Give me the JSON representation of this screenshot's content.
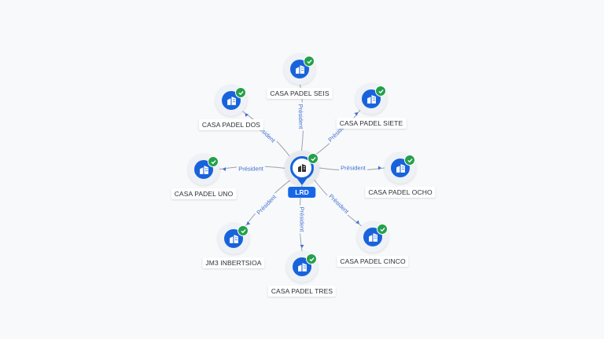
{
  "center": {
    "label": "LRD",
    "icon": "company-building-icon",
    "verified": true
  },
  "relationship_label": "Président",
  "nodes": [
    {
      "label": "CASA PADEL SEIS",
      "icon": "company-building-icon",
      "verified": true
    },
    {
      "label": "CASA PADEL SIETE",
      "icon": "company-building-icon",
      "verified": true
    },
    {
      "label": "CASA PADEL OCHO",
      "icon": "company-building-icon",
      "verified": true
    },
    {
      "label": "CASA PADEL CINCO",
      "icon": "company-building-icon",
      "verified": true
    },
    {
      "label": "CASA PADEL TRES",
      "icon": "company-building-icon",
      "verified": true
    },
    {
      "label": "JM3 INBERTSIOA",
      "icon": "company-building-icon",
      "verified": true
    },
    {
      "label": "CASA PADEL UNO",
      "icon": "company-building-icon",
      "verified": true
    },
    {
      "label": "CASA PADEL DOS",
      "icon": "company-building-icon",
      "verified": true
    }
  ],
  "colors": {
    "node_fill": "#1863dc",
    "check_fill": "#23a04a",
    "edge": "#9aa3ae",
    "edge_label": "#3f6fd1",
    "center_tag": "#1766e8"
  }
}
